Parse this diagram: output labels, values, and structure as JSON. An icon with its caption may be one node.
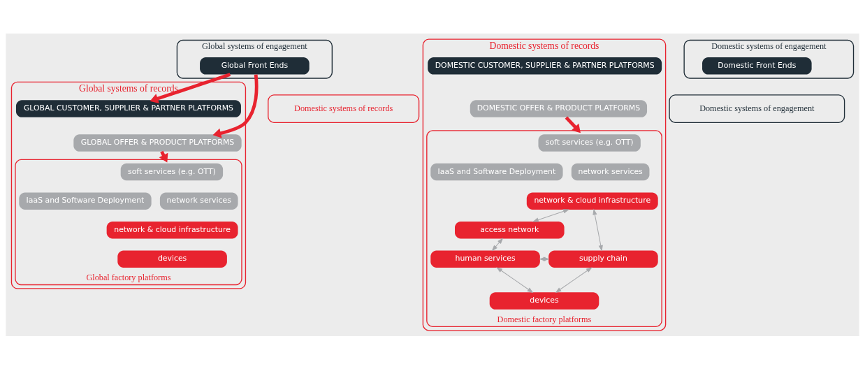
{
  "diagram": {
    "nodes": [
      {
        "text": [
          "Global systems of engagement"
        ]
      },
      {
        "text": [
          "Global Front Ends"
        ],
        "in": 0
      },
      {
        "text": [
          "Global systems of records"
        ]
      },
      {
        "text": [
          "GLOBAL CUSTOMER, SUPPLIER & PARTNER PLATFORMS"
        ],
        "in": 2
      },
      {
        "text": [
          "GLOBAL OFFER & PRODUCT PLATFORMS"
        ],
        "in": 2
      },
      {
        "text": [
          "Global factory platforms"
        ],
        "in": 2
      },
      {
        "text": [
          "soft services (e.g. OTT)"
        ],
        "in": 5
      },
      {
        "text": [
          "network services"
        ],
        "in": 5
      },
      {
        "text": [
          "IaaS and Software Deployment"
        ],
        "in": 5
      },
      {
        "text": [
          "network & cloud infrastructure"
        ],
        "in": 5
      },
      {
        "text": [
          "devices"
        ],
        "in": 5
      },
      {
        "text": [
          "Domestic systems of records"
        ]
      },
      {
        "text": [
          "Domestic systems of records"
        ]
      },
      {
        "text": [
          "DOMESTIC CUSTOMER, SUPPLIER & PARTNER PLATFORMS"
        ],
        "in": 12
      },
      {
        "text": [
          "DOMESTIC OFFER & PRODUCT PLATFORMS"
        ],
        "in": 12
      },
      {
        "text": [
          "Domestic factory platforms"
        ],
        "in": 12
      },
      {
        "text": [
          "soft services (e.g. OTT)"
        ],
        "in": 15
      },
      {
        "text": [
          "network services"
        ],
        "in": 15
      },
      {
        "text": [
          "IaaS and Software Deployment"
        ],
        "in": 15
      },
      {
        "text": [
          "network & cloud infrastructure"
        ],
        "in": 15
      },
      {
        "text": [
          "access network"
        ],
        "in": 15
      },
      {
        "text": [
          "human services"
        ],
        "in": 15
      },
      {
        "text": [
          "devices"
        ],
        "in": 15
      },
      {
        "text": [
          "supply chain"
        ],
        "in": 15
      },
      {
        "text": [
          "Domestic systems of engagement"
        ]
      },
      {
        "text": [
          "Domestic systems of engagement"
        ]
      },
      {
        "text": [
          "Domestic Front Ends"
        ],
        "in": 25
      }
    ],
    "edges": [
      {
        "from": 1,
        "to": 3,
        "arrow": "to",
        "style": "thick",
        "color": "#e8232f"
      },
      {
        "from": 1,
        "to": 4,
        "arrow": "to",
        "style": "thick",
        "color": "#e8232f"
      },
      {
        "from": 4,
        "to": 5,
        "arrow": "to",
        "style": "thick",
        "color": "#e8232f"
      },
      {
        "from": 14,
        "to": 15,
        "arrow": "to",
        "style": "thick",
        "color": "#e8232f"
      },
      {
        "from": 19,
        "to": 20,
        "arrow": "both"
      },
      {
        "from": 20,
        "to": 21,
        "arrow": "both"
      },
      {
        "from": 21,
        "to": 22,
        "arrow": "both"
      },
      {
        "from": 23,
        "to": 19,
        "arrow": "both"
      },
      {
        "from": 21,
        "to": 23,
        "arrow": "both"
      },
      {
        "from": 22,
        "to": 23,
        "arrow": "both"
      }
    ]
  }
}
